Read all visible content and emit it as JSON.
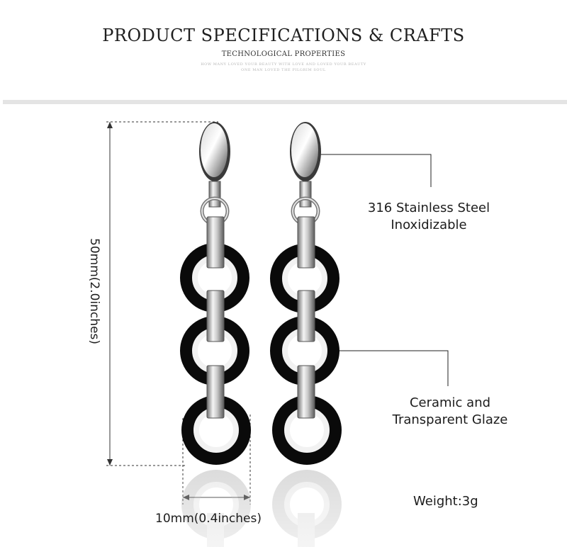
{
  "header": {
    "title": "PRODUCT SPECIFICATIONS & CRAFTS",
    "subtitle": "TECHNOLOGICAL PROPERTIES",
    "tagline_1": "HOW MANY LOVED YOUR BEAUTY WITH LOVE AND LOVED YOUR BEAUTY",
    "tagline_2": "ONE MAN LOVED THE PILGRIM SOUL"
  },
  "dimensions": {
    "height": "50mm(2.0inches)",
    "width": "10mm(0.4inches)"
  },
  "callouts": {
    "material_line_1": "316 Stainless Steel",
    "material_line_2": "Inoxidizable",
    "finish_line_1": "Ceramic and",
    "finish_line_2": "Transparent Glaze"
  },
  "weight": "Weight:3g",
  "colors": {
    "ceramic": "#0a0a0a",
    "steel": "#c8c8c8",
    "divider": "#e4e4e4"
  }
}
